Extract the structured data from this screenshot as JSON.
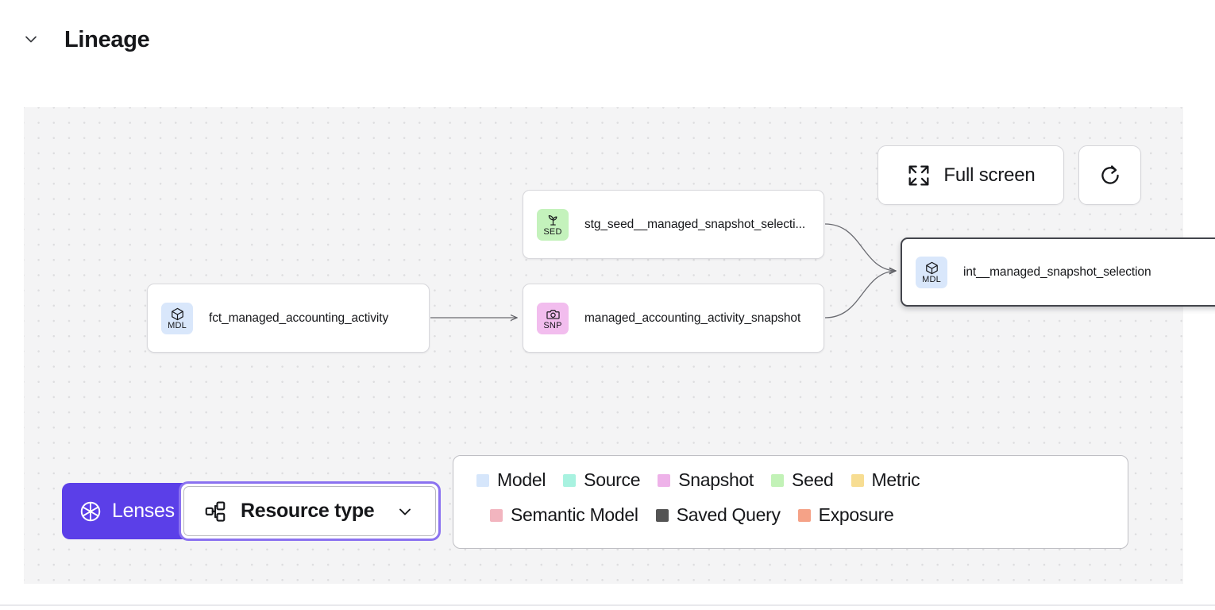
{
  "header": {
    "title": "Lineage",
    "toggle_icon": "chevron-down-icon"
  },
  "toolbar": {
    "fullscreen_label": "Full screen",
    "fullscreen_icon": "expand-arrows-icon",
    "refresh_icon": "refresh-icon"
  },
  "graph": {
    "nodes": [
      {
        "id": "fct",
        "label": "fct_managed_accounting_activity",
        "abbr": "MDL",
        "type": "model",
        "icon": "cube-icon",
        "badge_color": "#d9e7fb",
        "selected": false
      },
      {
        "id": "seed",
        "label": "stg_seed__managed_snapshot_selecti...",
        "abbr": "SED",
        "type": "seed",
        "icon": "sprout-icon",
        "badge_color": "#c4f2bc",
        "selected": false
      },
      {
        "id": "snapshot",
        "label": "managed_accounting_activity_snapshot",
        "abbr": "SNP",
        "type": "snapshot",
        "icon": "camera-icon",
        "badge_color": "#f2bdee",
        "selected": false
      },
      {
        "id": "int",
        "label": "int__managed_snapshot_selection",
        "abbr": "MDL",
        "type": "model",
        "icon": "cube-icon",
        "badge_color": "#d9e7fb",
        "selected": true
      }
    ],
    "edges": [
      {
        "from": "fct",
        "to": "snapshot"
      },
      {
        "from": "seed",
        "to": "int"
      },
      {
        "from": "snapshot",
        "to": "int"
      }
    ]
  },
  "legend": {
    "row1": [
      {
        "label": "Model",
        "color": "#d6e6fb"
      },
      {
        "label": "Source",
        "color": "#a8f2e0"
      },
      {
        "label": "Snapshot",
        "color": "#eeb2e9"
      },
      {
        "label": "Seed",
        "color": "#c2f2b7"
      },
      {
        "label": "Metric",
        "color": "#f7dd92"
      }
    ],
    "row2": [
      {
        "label": "Semantic Model",
        "color": "#f2b5bf"
      },
      {
        "label": "Saved Query",
        "color": "#545454"
      },
      {
        "label": "Exposure",
        "color": "#f5a287"
      }
    ]
  },
  "controls": {
    "lenses_label": "Lenses",
    "lenses_icon": "aperture-icon",
    "lenses_color": "#5b3fe8",
    "resource_type_label": "Resource type",
    "resource_type_icon": "hierarchy-icon",
    "resource_type_chevron": "chevron-down-icon",
    "focus_ring_color": "#8b72f0"
  }
}
